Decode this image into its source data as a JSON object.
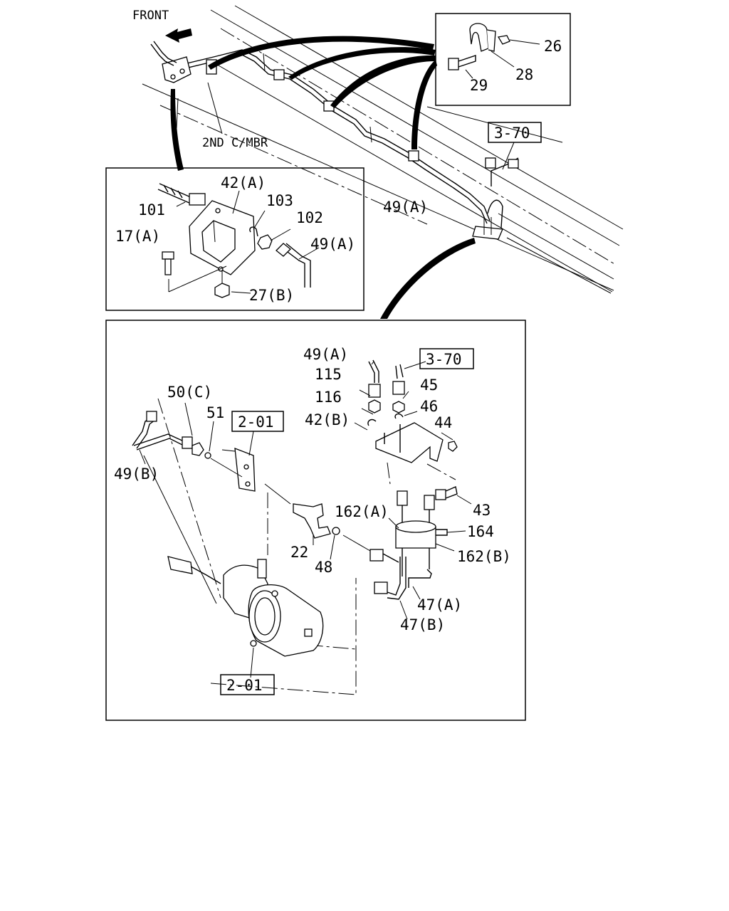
{
  "labels": {
    "front": "FRONT",
    "second_cross_member": "2ND C/MBR",
    "p26": "26",
    "p28": "28",
    "p29": "29",
    "ref_3_70_top": "3-70",
    "p49a_frame": "49(A)",
    "p42a": "42(A)",
    "p101": "101",
    "p103": "103",
    "p102": "102",
    "p17a": "17(A)",
    "p49a_inset": "49(A)",
    "p27b": "27(B)",
    "p49a_lower": "49(A)",
    "ref_3_70_lower": "3-70",
    "p115": "115",
    "p45": "45",
    "p116": "116",
    "p46": "46",
    "p42b": "42(B)",
    "p44": "44",
    "p50c": "50(C)",
    "p51": "51",
    "ref_2_01_upper": "2-01",
    "p49b": "49(B)",
    "p43": "43",
    "p162a": "162(A)",
    "p164": "164",
    "p22": "22",
    "p48": "48",
    "p162b": "162(B)",
    "p47a": "47(A)",
    "p47b": "47(B)",
    "ref_2_01_lower": "2-01"
  }
}
